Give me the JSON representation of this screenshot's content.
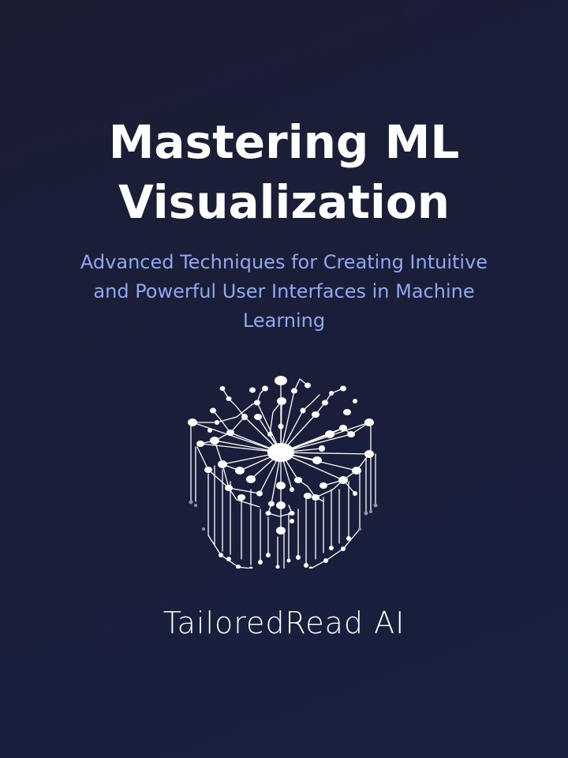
{
  "cover": {
    "title_lines": [
      "Mastering ML",
      "Visualization"
    ],
    "subtitle_lines": [
      "Advanced Techniques for Creating Intuitive",
      "and Powerful User Interfaces in Machine",
      "Learning"
    ],
    "graphic": "neural-network-cube-icon",
    "author": "TailoredRead AI"
  },
  "colors": {
    "background_top": "#1b1d33",
    "background_bottom": "#172040",
    "title": "#ffffff",
    "subtitle": "#8fa8f0",
    "author": "#ffffff"
  }
}
